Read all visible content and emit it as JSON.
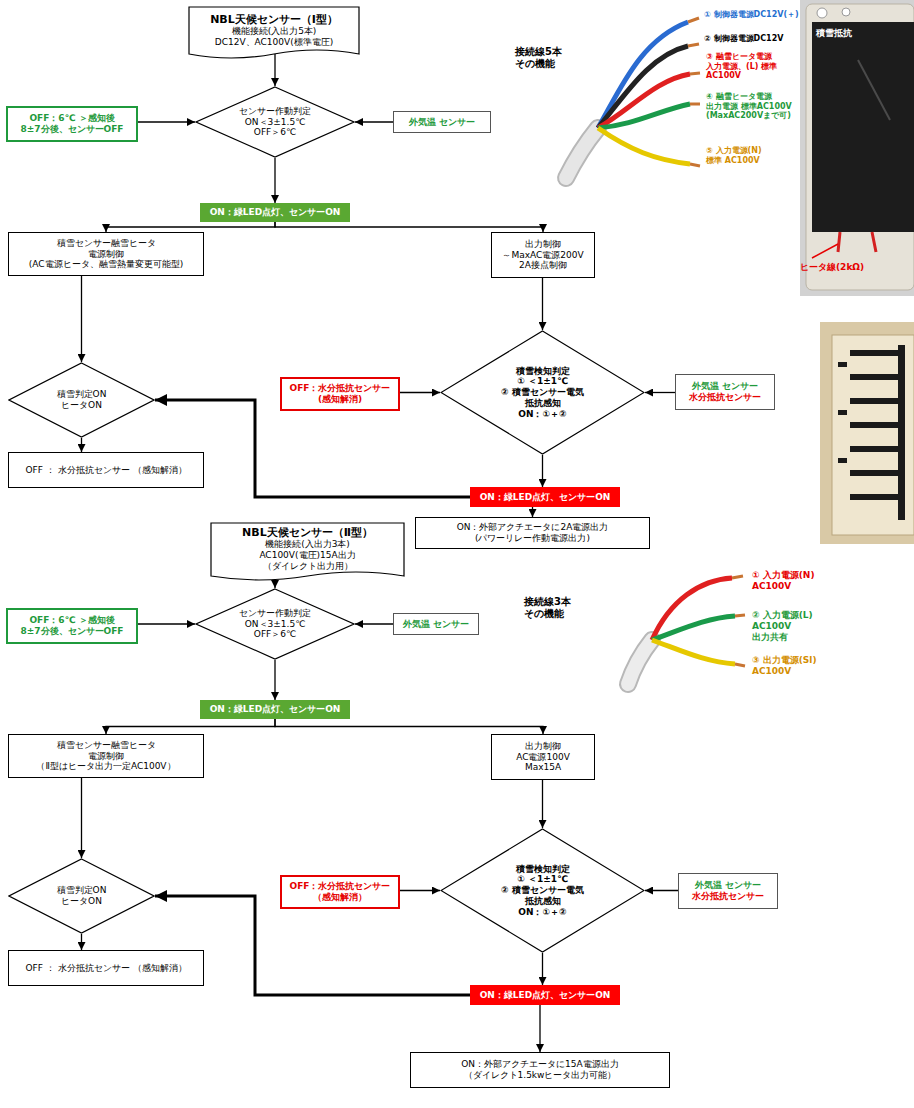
{
  "diagram": {
    "nodes": [
      {
        "text": [
          "NBL天候センサー（Ⅰ型）",
          "機能接続(入出力5本) DC12V、AC100V(標準電圧)"
        ]
      },
      {
        "text": [
          "センサー作動判定 ON＜3±1.5℃ OFF＞6℃"
        ]
      },
      {
        "text": [
          "OFF：6℃ ＞感知後 8±7分後、センサーOFF"
        ]
      },
      {
        "text": [
          "外気温 センサー"
        ]
      },
      {
        "text": [
          "ON：緑LED点灯、センサーON"
        ]
      },
      {
        "text": [
          "積雪センサー融雪ヒータ 電源制御 (AC電源ヒータ、融雪熱量変更可能型)"
        ]
      },
      {
        "text": [
          "出力制御 ～MaxAC電源200V 2A接点制御"
        ]
      },
      {
        "text": [
          "積雪判定ON ヒータON"
        ]
      },
      {
        "text": [
          "積雪検知判定",
          "① ＜1±1℃",
          "② 積雪センサー電気 抵抗感知",
          "ON：①＋②"
        ]
      },
      {
        "text": [
          "OFF：水分抵抗センサー (感知解消)"
        ]
      },
      {
        "text": [
          "外気温 センサー",
          "水分抵抗センサー"
        ]
      },
      {
        "text": [
          "OFF ： 水分抵抗センサー （感知解消）"
        ]
      },
      {
        "text": [
          "ON：緑LED点灯、センサーON"
        ]
      },
      {
        "text": [
          "ON：外部アクチエータに2A電源出力 (パワーリレー作動電源出力)"
        ]
      },
      {
        "text": [
          "NBL天候センサー（Ⅱ型）",
          "機能接続(入出力3本) AC100V(電圧)15A出力（ダイレクト出力用）"
        ]
      },
      {
        "text": [
          "センサー作動判定 ON＜3±1.5℃ OFF＞6℃"
        ]
      },
      {
        "text": [
          "OFF：6℃ ＞感知後 8±7分後、センサーOFF"
        ]
      },
      {
        "text": [
          "外気温 センサー"
        ]
      },
      {
        "text": [
          "ON：緑LED点灯、センサーON"
        ]
      },
      {
        "text": [
          "積雪センサー融雪ヒータ 電源制御 （Ⅱ型はヒータ出力一定AC100V）"
        ]
      },
      {
        "text": [
          "出力制御 AC電源100V Max15A"
        ]
      },
      {
        "text": [
          "積雪判定ON ヒータON"
        ]
      },
      {
        "text": [
          "積雪検知判定",
          "① ＜1±1℃",
          "② 積雪センサー電気 抵抗感知",
          "ON：①＋②"
        ]
      },
      {
        "text": [
          "OFF：水分抵抗センサー （感知解消）"
        ]
      },
      {
        "text": [
          "外気温 センサー",
          "水分抵抗センサー"
        ]
      },
      {
        "text": [
          "OFF ： 水分抵抗センサー （感知解消）"
        ]
      },
      {
        "text": [
          "ON：緑LED点灯、センサーON"
        ]
      },
      {
        "text": [
          "ON：外部アクチエータに15A電源出力 （ダイレクト1.5kwヒータ出力可能）"
        ]
      }
    ],
    "edges": [
      {
        "from": 0,
        "to": 1,
        "arrow": "to"
      },
      {
        "from": 2,
        "to": 1,
        "arrow": "to"
      },
      {
        "from": 3,
        "to": 1,
        "arrow": "to"
      },
      {
        "from": 1,
        "to": 4,
        "arrow": "to"
      },
      {
        "from": 4,
        "to": 5,
        "arrow": "to"
      },
      {
        "from": 4,
        "to": 6,
        "arrow": "to"
      },
      {
        "from": 5,
        "to": 7,
        "arrow": "to"
      },
      {
        "from": 6,
        "to": 8,
        "arrow": "to"
      },
      {
        "from": 9,
        "to": 8,
        "arrow": "to"
      },
      {
        "from": 10,
        "to": 8,
        "arrow": "to"
      },
      {
        "from": 7,
        "to": 11,
        "arrow": "to"
      },
      {
        "from": 8,
        "to": 12,
        "arrow": "to"
      },
      {
        "from": 12,
        "to": 7,
        "arrow": "to"
      },
      {
        "from": 12,
        "to": 13,
        "arrow": "to"
      },
      {
        "from": 14,
        "to": 15,
        "arrow": "to"
      },
      {
        "from": 16,
        "to": 15,
        "arrow": "to"
      },
      {
        "from": 17,
        "to": 15,
        "arrow": "to"
      },
      {
        "from": 15,
        "to": 18,
        "arrow": "to"
      },
      {
        "from": 18,
        "to": 19,
        "arrow": "to"
      },
      {
        "from": 18,
        "to": 20,
        "arrow": "to"
      },
      {
        "from": 19,
        "to": 21,
        "arrow": "to"
      },
      {
        "from": 20,
        "to": 22,
        "arrow": "to"
      },
      {
        "from": 23,
        "to": 22,
        "arrow": "to"
      },
      {
        "from": 24,
        "to": 22,
        "arrow": "to"
      },
      {
        "from": 21,
        "to": 25,
        "arrow": "to"
      },
      {
        "from": 22,
        "to": 26,
        "arrow": "to"
      },
      {
        "from": 26,
        "to": 21,
        "arrow": "to"
      },
      {
        "from": 26,
        "to": 27,
        "arrow": "to"
      }
    ],
    "labels": [
      "接続線5本 その機能",
      "① 制御器電源DC12V(＋)",
      "② 制御器電源DC12V",
      "③ 融雪ヒータ電源 入力電源、(L) 標準 AC100V",
      "④ 融雪ヒータ電源 出力電源 標準AC100V (MaxAC200Vまで可)",
      "⑤ 入力電源(N) 標準 AC100V",
      "積雪抵抗",
      "ヒータ線(2kΩ)",
      "接続線3本 その機能",
      "① 入力電源(N) AC100V",
      "② 入力電源(L) AC100V 出力共有",
      "③ 出力電源(Sl) AC100V"
    ]
  }
}
